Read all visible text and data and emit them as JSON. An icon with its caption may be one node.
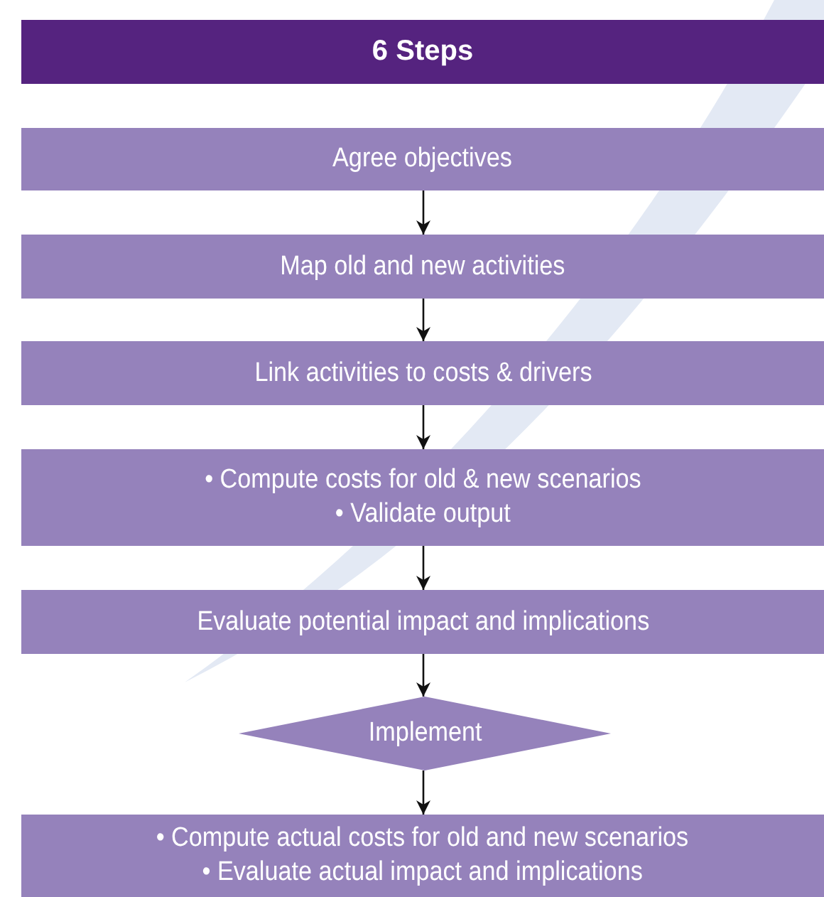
{
  "diagram": {
    "title": "6 Steps",
    "nodes": [
      {
        "text": [
          "Agree objectives"
        ]
      },
      {
        "text": [
          "Map old and new activities"
        ]
      },
      {
        "text": [
          "Link activities to costs & drivers"
        ]
      },
      {
        "text": [
          "• Compute costs for old & new scenarios",
          "• Validate output"
        ]
      },
      {
        "text": [
          "Evaluate potential impact and implications"
        ]
      },
      {
        "text": [
          "Implement"
        ]
      },
      {
        "text": [
          "• Compute actual costs for old and new scenarios",
          "• Evaluate actual impact and implications"
        ]
      }
    ],
    "edges": [
      {
        "from": 0,
        "to": 1,
        "arrow": "to"
      },
      {
        "from": 1,
        "to": 2,
        "arrow": "to"
      },
      {
        "from": 2,
        "to": 3,
        "arrow": "to"
      },
      {
        "from": 3,
        "to": 4,
        "arrow": "to"
      },
      {
        "from": 4,
        "to": 5,
        "arrow": "to"
      },
      {
        "from": 5,
        "to": 6,
        "arrow": "to"
      }
    ]
  }
}
